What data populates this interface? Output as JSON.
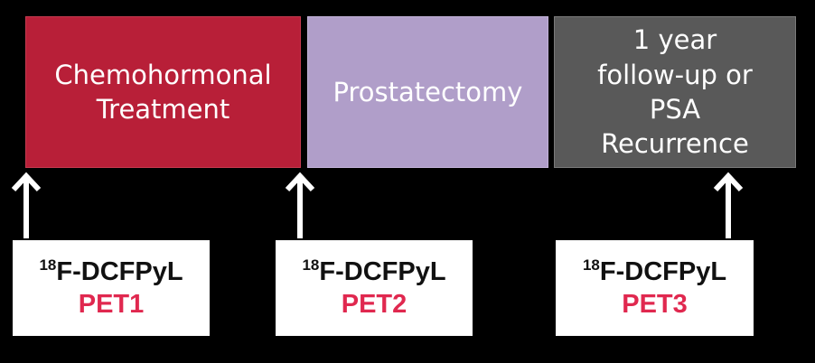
{
  "colors": {
    "background": "#000000",
    "chemo_fill": "#b81f38",
    "prostatectomy_fill": "#b09ec9",
    "followup_fill": "#595959",
    "scan_label_red": "#e0284f",
    "arrow_white": "#ffffff"
  },
  "phases": [
    {
      "label": "Chemohormonal\nTreatment"
    },
    {
      "label": "Prostatectomy"
    },
    {
      "label": "1 year\nfollow-up or\nPSA\nRecurrence"
    }
  ],
  "scans": [
    {
      "isotope_mass": "18",
      "tracer": "F-DCFPyL",
      "label": "PET1"
    },
    {
      "isotope_mass": "18",
      "tracer": "F-DCFPyL",
      "label": "PET2"
    },
    {
      "isotope_mass": "18",
      "tracer": "F-DCFPyL",
      "label": "PET3"
    }
  ]
}
